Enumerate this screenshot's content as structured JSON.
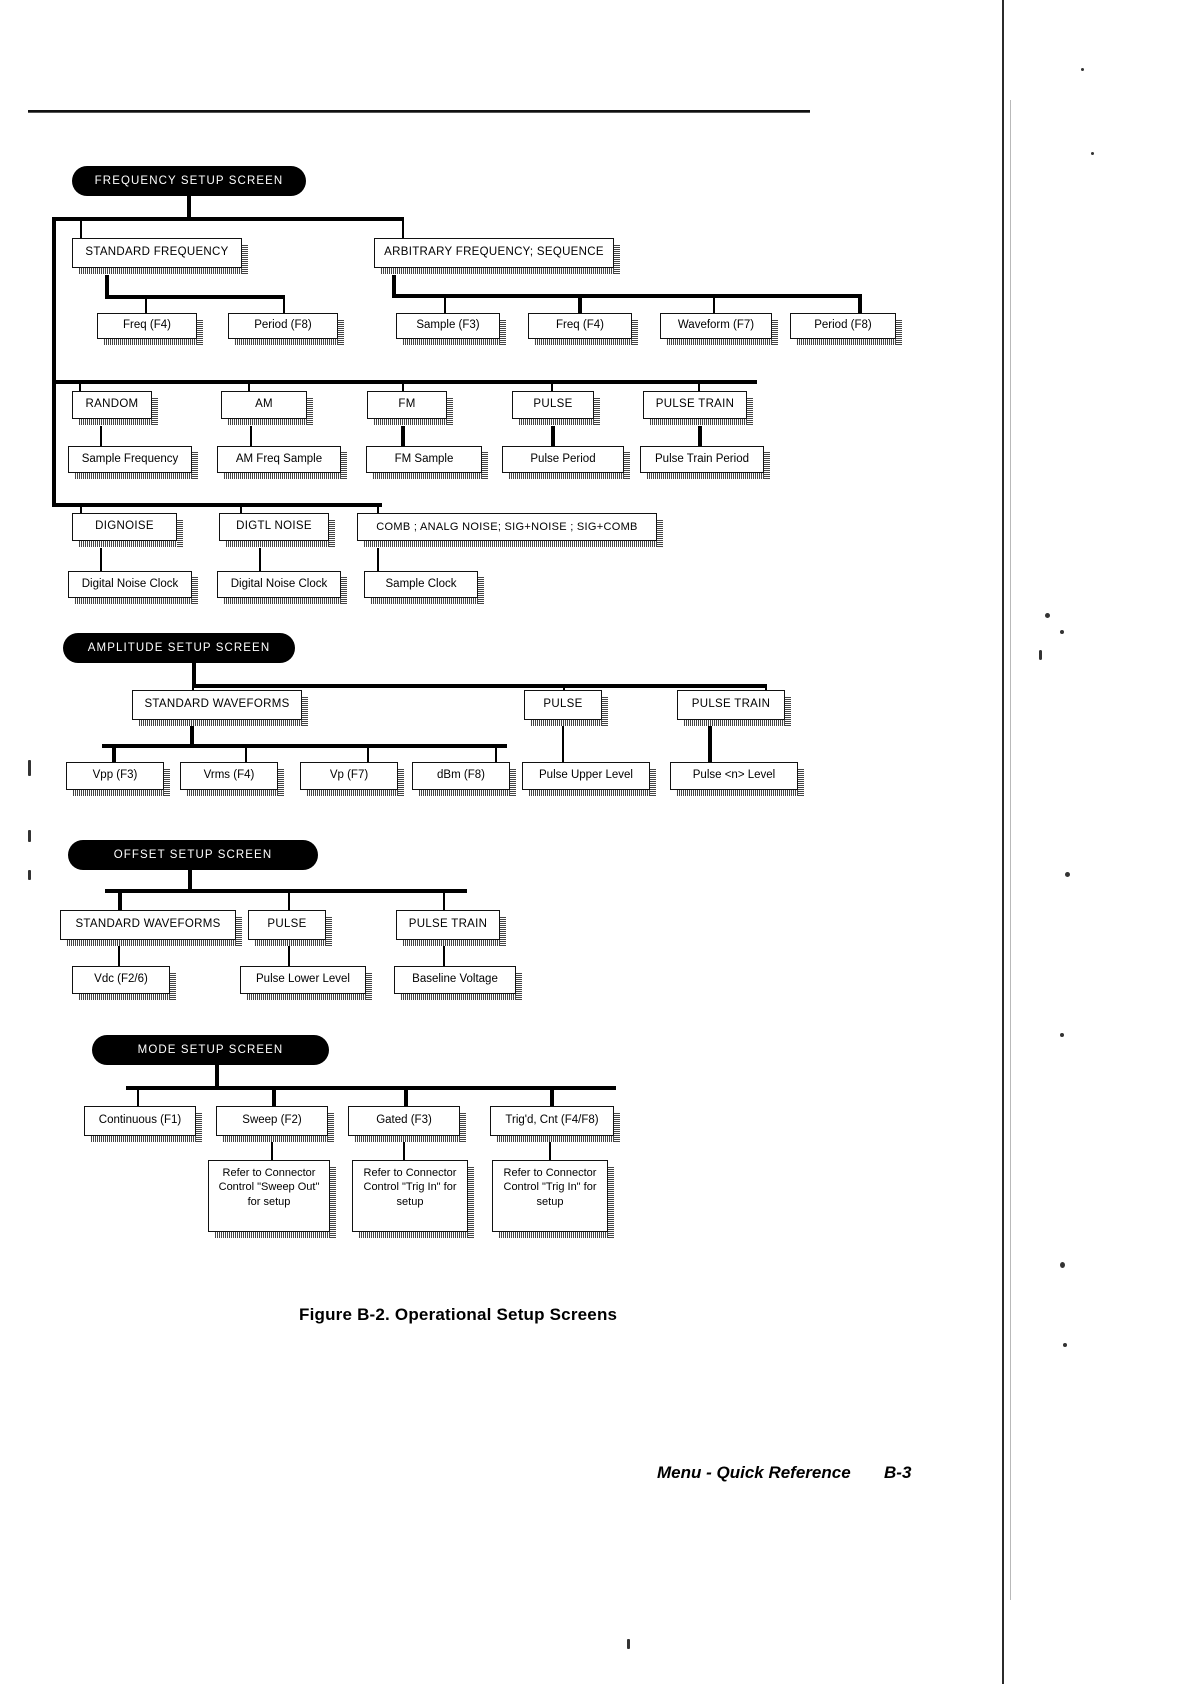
{
  "document": {
    "figure_caption": "Figure B-2.  Operational Setup Screens",
    "footer_text": "Menu - Quick Reference",
    "page_number": "B-3"
  },
  "diagram": {
    "type": "tree-hierarchy",
    "sections": [
      {
        "id": "frequency",
        "title": "FREQUENCY SETUP SCREEN",
        "level1": [
          {
            "label": "STANDARD FREQUENCY"
          },
          {
            "label": "ARBITRARY FREQUENCY; SEQUENCE"
          }
        ],
        "level2_standard": [
          {
            "label": "Freq (F4)"
          },
          {
            "label": "Period (F8)"
          }
        ],
        "level2_arbitrary": [
          {
            "label": "Sample (F3)"
          },
          {
            "label": "Freq (F4)"
          },
          {
            "label": "Waveform (F7)"
          },
          {
            "label": "Period (F8)"
          }
        ],
        "modes": [
          {
            "label": "RANDOM",
            "child": "Sample Frequency"
          },
          {
            "label": "AM",
            "child": "AM Freq Sample"
          },
          {
            "label": "FM",
            "child": "FM Sample"
          },
          {
            "label": "PULSE",
            "child": "Pulse Period"
          },
          {
            "label": "PULSE TRAIN",
            "child": "Pulse  Train Period"
          }
        ],
        "noise": [
          {
            "label": "DIGNOISE",
            "child": "Digital Noise Clock"
          },
          {
            "label": "DIGTL NOISE",
            "child": "Digital Noise Clock"
          },
          {
            "label": "COMB ; ANALG NOISE; SIG+NOISE ; SIG+COMB",
            "child": "Sample Clock"
          }
        ]
      },
      {
        "id": "amplitude",
        "title": "AMPLITUDE SETUP SCREEN",
        "level1": [
          {
            "label": "STANDARD WAVEFORMS"
          },
          {
            "label": "PULSE"
          },
          {
            "label": "PULSE TRAIN"
          }
        ],
        "standard_children": [
          {
            "label": "Vpp (F3)"
          },
          {
            "label": "Vrms (F4)"
          },
          {
            "label": "Vp (F7)"
          },
          {
            "label": "dBm (F8)"
          }
        ],
        "pulse_child": "Pulse Upper Level",
        "pulse_train_child": "Pulse <n> Level"
      },
      {
        "id": "offset",
        "title": "OFFSET SETUP SCREEN",
        "level1": [
          {
            "label": "STANDARD WAVEFORMS",
            "child": "Vdc (F2/6)"
          },
          {
            "label": "PULSE",
            "child": "Pulse Lower Level"
          },
          {
            "label": "PULSE TRAIN",
            "child": "Baseline Voltage"
          }
        ]
      },
      {
        "id": "mode",
        "title": "MODE SETUP SCREEN",
        "level1": [
          {
            "label": "Continuous (F1)",
            "child": null
          },
          {
            "label": "Sweep (F2)",
            "child": "Refer to Connector Control \"Sweep Out\" for setup"
          },
          {
            "label": "Gated (F3)",
            "child": "Refer to Connector Control \"Trig In\" for setup"
          },
          {
            "label": "Trig'd, Cnt (F4/F8)",
            "child": "Refer to Connector Control \"Trig In\" for setup"
          }
        ]
      }
    ]
  }
}
